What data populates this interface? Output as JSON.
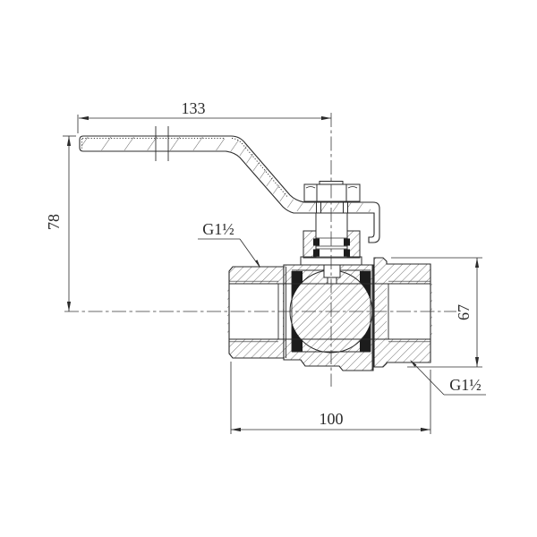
{
  "drawing": {
    "type": "technical-section-drawing",
    "subject": "ball-valve-with-lever-handle",
    "dimensions": {
      "handle_length": "133",
      "handle_height": "78",
      "end_cap_height": "67",
      "body_length": "100"
    },
    "labels": {
      "thread_left": "G1½",
      "thread_right": "G1½"
    },
    "colors": {
      "line": "#2b2b2b",
      "background": "#ffffff"
    }
  }
}
